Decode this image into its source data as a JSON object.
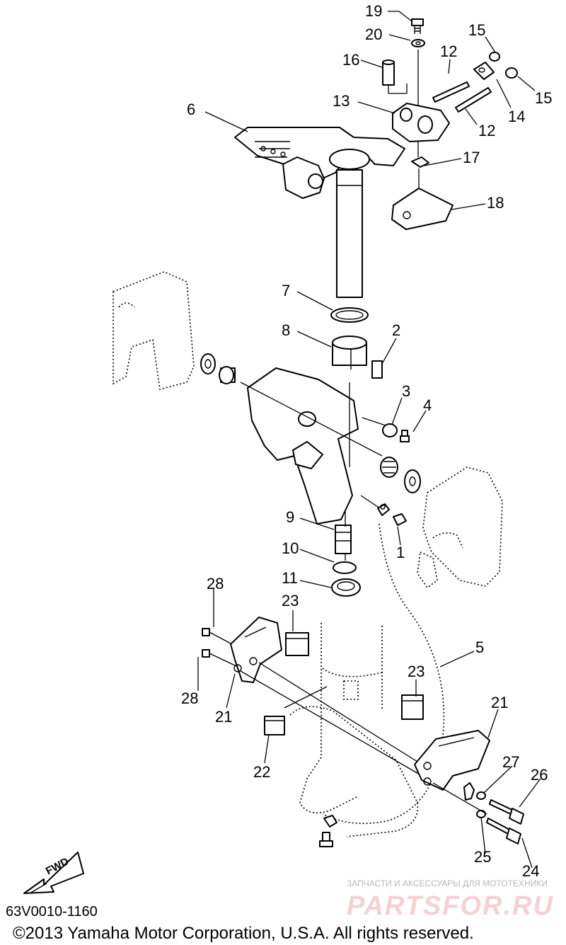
{
  "diagram": {
    "callouts": [
      "19",
      "20",
      "16",
      "15",
      "12",
      "13",
      "6",
      "17",
      "14",
      "15",
      "12",
      "18",
      "7",
      "8",
      "2",
      "3",
      "4",
      "9",
      "1",
      "10",
      "11",
      "28",
      "23",
      "5",
      "28",
      "21",
      "23",
      "21",
      "22",
      "27",
      "26",
      "25",
      "24"
    ],
    "fwd_label": "FWD",
    "drawing_code": "63V0010-1160",
    "copyright": "©2013 Yamaha Motor Corporation, U.S.A. All rights reserved."
  },
  "watermark": {
    "tagline": "ЗАПЧАСТИ И АКСЕССУАРЫ ДЛЯ МОТОТЕХНИКИ",
    "brand": "PARTSFOR.RU"
  }
}
